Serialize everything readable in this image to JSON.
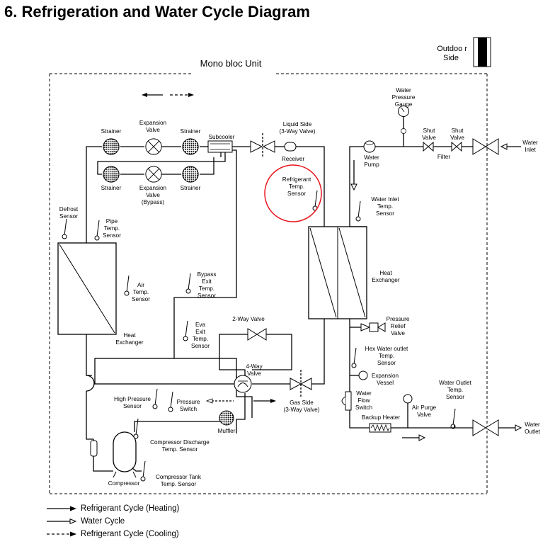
{
  "title": "6. Refrigeration and Water Cycle Diagram",
  "outdoor_label": [
    "Outdoo r",
    "Side"
  ],
  "unit_label": "Mono bloc Unit",
  "labels": {
    "strainer": "Strainer",
    "expansion_valve": [
      "Expansion",
      "Valve"
    ],
    "expansion_valve_bypass": [
      "Expansion",
      "Valve",
      "(Bypass)"
    ],
    "subcooler": "Subcooler",
    "liquid_side": [
      "Liquid Side",
      "(3-Way Valve)"
    ],
    "receiver": "Receiver",
    "refrigerant_temp_sensor": [
      "Refrigerant",
      "Temp.",
      "Sensor"
    ],
    "water_pressure_gauge": [
      "Water",
      "Pressure",
      "Gauge"
    ],
    "water_pump": [
      "Water",
      "Pump"
    ],
    "shut_valve": [
      "Shut",
      "Valve"
    ],
    "filter": "Filter",
    "water_inlet": [
      "Water",
      "Inlet"
    ],
    "water_inlet_temp_sensor": [
      "Water Inlet",
      "Temp.",
      "Sensor"
    ],
    "defrost_sensor": [
      "Defrost",
      "Sensor"
    ],
    "pipe_temp_sensor": [
      "Pipe",
      "Temp.",
      "Sensor"
    ],
    "air_temp_sensor": [
      "Air",
      "Temp.",
      "Sensor"
    ],
    "heat_exchanger_left": [
      "Heat",
      "Exchanger"
    ],
    "heat_exchanger_right": [
      "Heat",
      "Exchanger"
    ],
    "bypass_exit_temp_sensor": [
      "Bypass",
      "Exit",
      "Temp.",
      "Sensor"
    ],
    "eva_exit_temp_sensor": [
      "Eva",
      "Exit",
      "Temp.",
      "Sensor"
    ],
    "two_way_valve": "2-Way Valve",
    "four_way_valve": [
      "4-Way",
      "Valve"
    ],
    "gas_side": [
      "Gas Side",
      "(3-Way Valve)"
    ],
    "pressure_relief_valve": [
      "Pressure",
      "Relief",
      "Valve"
    ],
    "hex_water_outlet_temp_sensor": [
      "Hex Water outlet",
      "Temp.",
      "Sensor"
    ],
    "expansion_vessel": [
      "Expansion",
      "Vessel"
    ],
    "water_flow_switch": [
      "Water",
      "Flow",
      "Switch"
    ],
    "air_purge_valve": [
      "Air Purge",
      "Valve"
    ],
    "water_outlet_temp_sensor": [
      "Water Outlet",
      "Temp.",
      "Sensor"
    ],
    "backup_heater": "Backup Heater",
    "water_outlet": [
      "Water",
      "Outlet"
    ],
    "high_pressure_sensor": [
      "High Pressure",
      "Sensor"
    ],
    "pressure_switch": [
      "Pressure",
      "Switch"
    ],
    "muffler": "Muffler",
    "compressor_discharge_temp_sensor": [
      "Compressor Discharge",
      "Temp. Sensor"
    ],
    "compressor": "Compressor",
    "compressor_tank_temp_sensor": [
      "Compressor Tank",
      "Temp. Sensor"
    ]
  },
  "legend": {
    "heating": "Refrigerant Cycle (Heating)",
    "water": "Water Cycle",
    "cooling": "Refrigerant Cycle (Cooling)"
  },
  "colors": {
    "highlight_circle": "#e8141c",
    "line": "#000000"
  }
}
